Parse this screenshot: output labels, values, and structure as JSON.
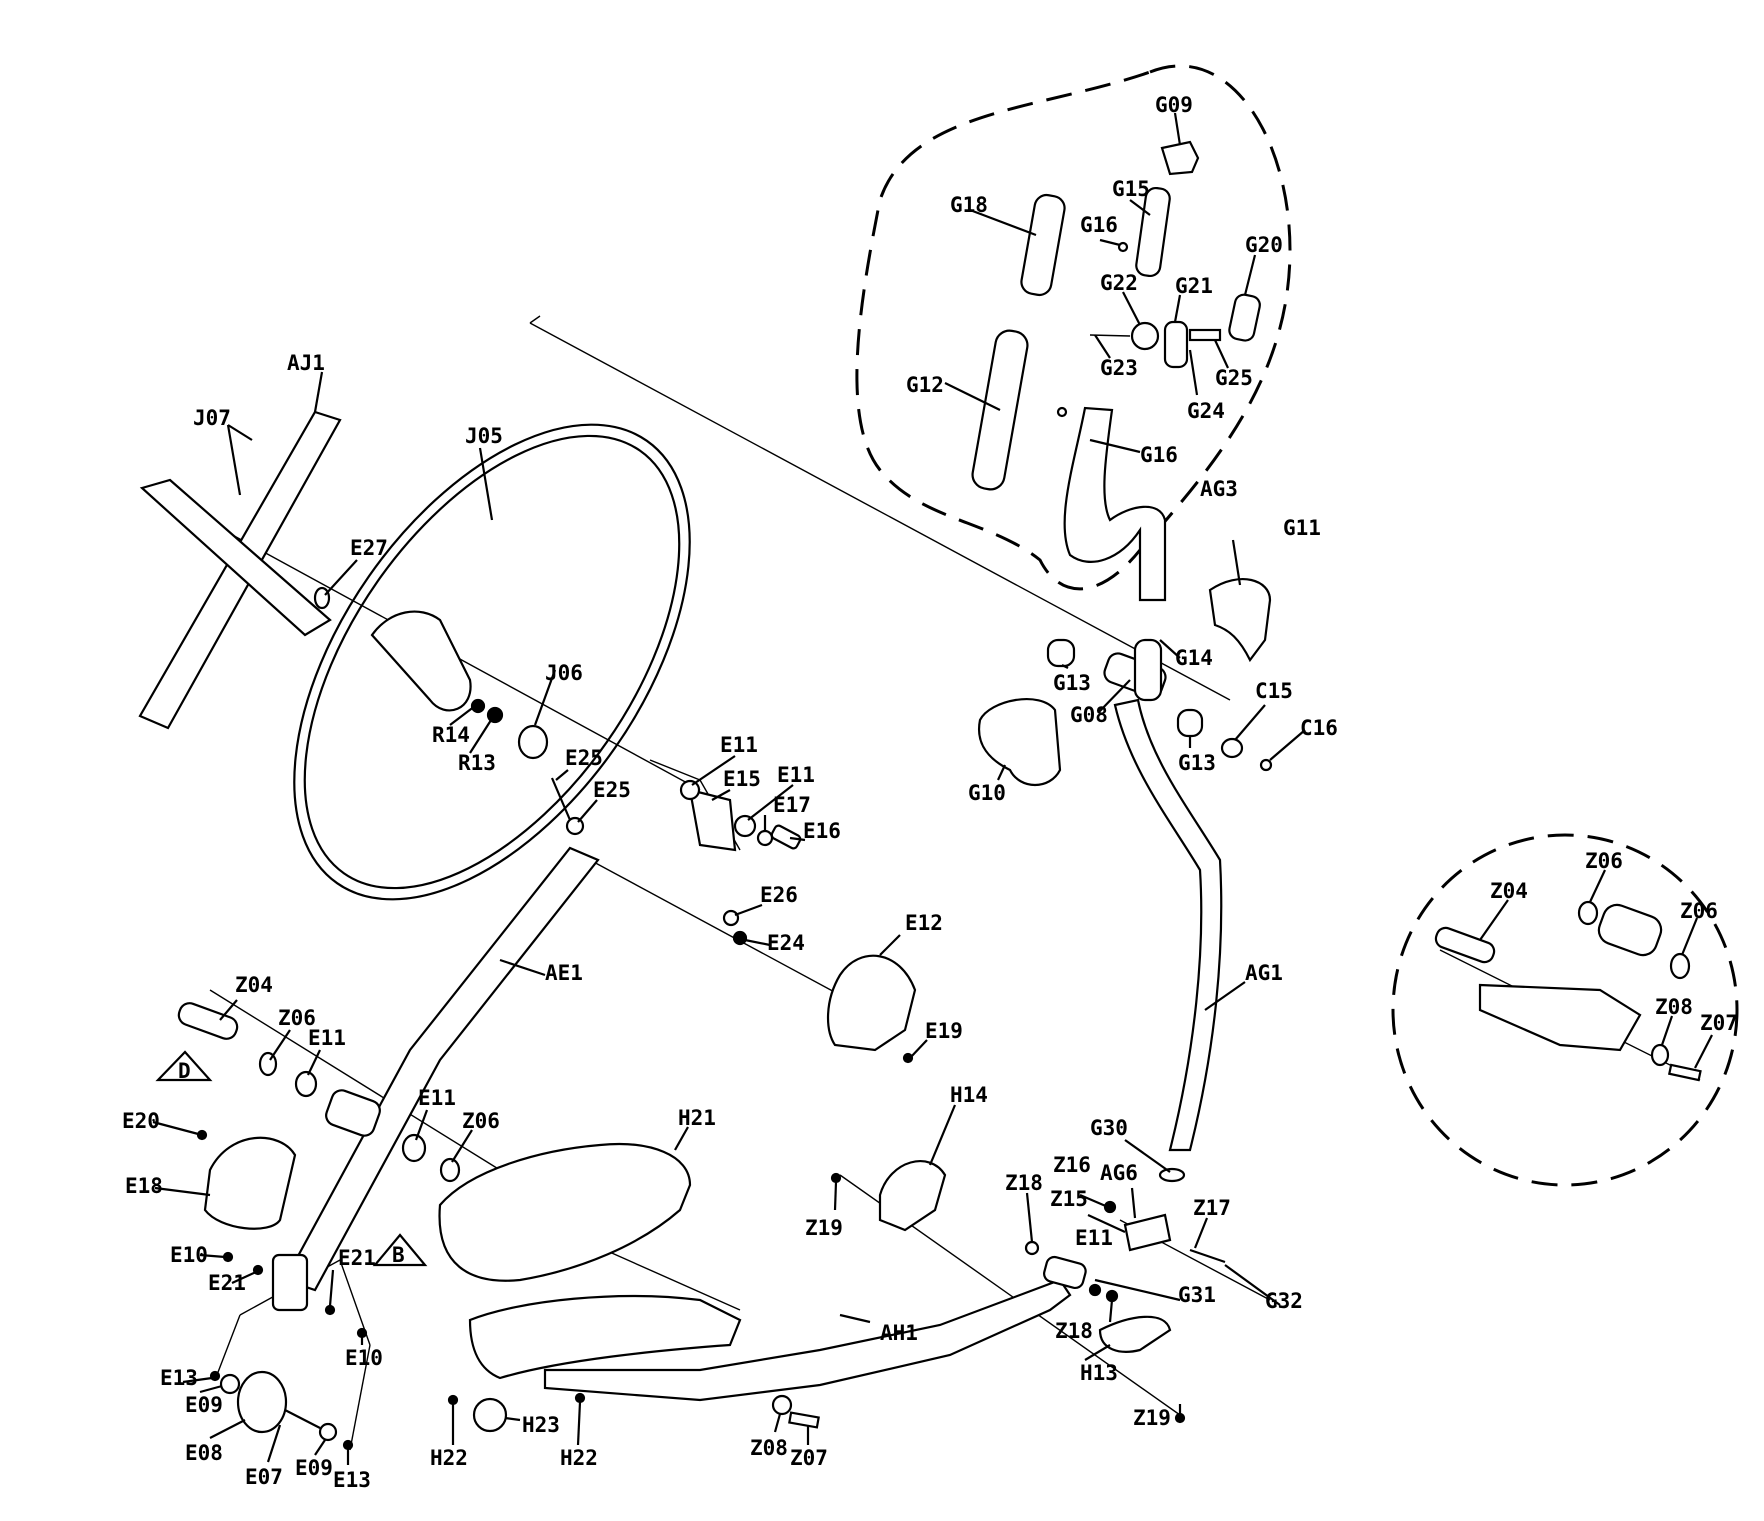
{
  "labels": {
    "G09": "G09",
    "G15": "G15",
    "G18": "G18",
    "G16a": "G16",
    "G20": "G20",
    "G22": "G22",
    "G21": "G21",
    "G23": "G23",
    "G25": "G25",
    "G24": "G24",
    "G12": "G12",
    "G16b": "G16",
    "AG3": "AG3",
    "G11": "G11",
    "G14": "G14",
    "G13a": "G13",
    "G08": "G08",
    "G13b": "G13",
    "C15": "C15",
    "C16": "C16",
    "G10": "G10",
    "AJ1": "AJ1",
    "J07": "J07",
    "J05": "J05",
    "E27": "E27",
    "J06": "J06",
    "R14": "R14",
    "R13": "R13",
    "E25a": "E25",
    "E25b": "E25",
    "E11a": "E11",
    "E15": "E15",
    "E11b": "E11",
    "E17": "E17",
    "E16": "E16",
    "E26": "E26",
    "E24": "E24",
    "E12": "E12",
    "E19": "E19",
    "AE1": "AE1",
    "AG1": "AG1",
    "Z04a": "Z04",
    "Z06a": "Z06",
    "E11c": "E11",
    "D": "D",
    "E20": "E20",
    "E11d": "E11",
    "Z06b": "Z06",
    "E18": "E18",
    "H21": "H21",
    "H14": "H14",
    "G30": "G30",
    "Z16": "Z16",
    "AG6": "AG6",
    "Z18a": "Z18",
    "Z15": "Z15",
    "Z17": "Z17",
    "Z19a": "Z19",
    "E10a": "E10",
    "E21a": "E21",
    "E21b": "E21",
    "B": "B",
    "E11e": "E11",
    "G31": "G31",
    "G32": "G32",
    "Z18b": "Z18",
    "AH1": "AH1",
    "H13": "H13",
    "Z19b": "Z19",
    "E10b": "E10",
    "E13a": "E13",
    "E09a": "E09",
    "H23": "H23",
    "E08": "E08",
    "H22a": "H22",
    "H22b": "H22",
    "Z08a": "Z08",
    "Z07a": "Z07",
    "E07": "E07",
    "E09b": "E09",
    "E13b": "E13",
    "Z04b": "Z04",
    "Z06c": "Z06",
    "Z06d": "Z06",
    "Z08b": "Z08",
    "Z07b": "Z07"
  }
}
